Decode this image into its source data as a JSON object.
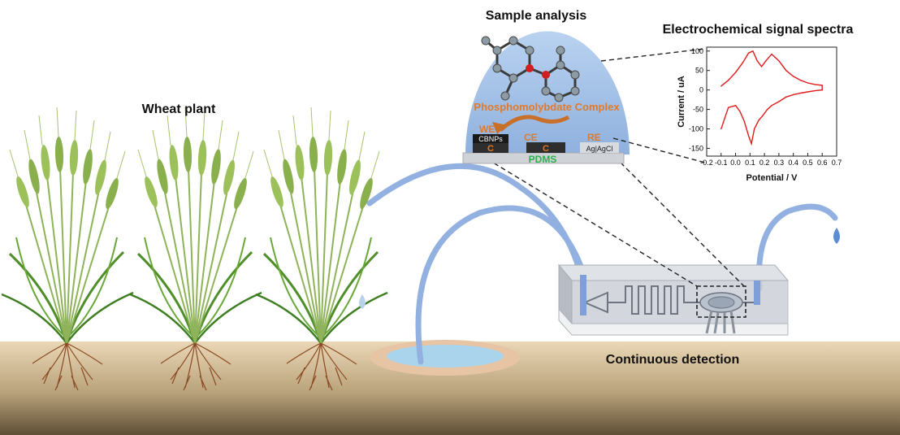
{
  "labels": {
    "wheat_plant": "Wheat plant",
    "sample_analysis": "Sample analysis",
    "spectra_title": "Electrochemical signal spectra",
    "continuous_detection": "Continuous detection",
    "complex": "Phosphomolybdate Complex",
    "we": "WE",
    "ce": "CE",
    "re": "RE",
    "cbnps": "CBNPs",
    "agcl": "Ag|AgCl",
    "c_left": "C",
    "c_mid": "C",
    "pdms": "PDMS"
  },
  "colors": {
    "soil_top": "#e7d4b3",
    "soil_bottom": "#6b5a3e",
    "tube": "#93b1e0",
    "dome": "#a9c6ea",
    "electrode_label": "#e07a2c",
    "pdms": "#2bb24c",
    "cv_curve": "#e01b1b",
    "wheat_green": "#5e9a2c",
    "root": "#8b4a22"
  },
  "chart_data": {
    "type": "line",
    "xlabel": "Potential / V",
    "ylabel": "Current / uA",
    "xlim": [
      -0.2,
      0.7
    ],
    "ylim": [
      -170,
      110
    ],
    "xticks": [
      "-0.2",
      "-0.1",
      "0.0",
      "0.1",
      "0.2",
      "0.3",
      "0.4",
      "0.5",
      "0.6",
      "0.7"
    ],
    "yticks": [
      "100",
      "50",
      "0",
      "-50",
      "-100",
      "-150"
    ],
    "series": [
      {
        "x": [
          -0.1,
          -0.05,
          0.0,
          0.05,
          0.09,
          0.12,
          0.15,
          0.18,
          0.21,
          0.25,
          0.3,
          0.35,
          0.4,
          0.45,
          0.5,
          0.55,
          0.6,
          0.6,
          0.55,
          0.5,
          0.45,
          0.4,
          0.35,
          0.3,
          0.25,
          0.22,
          0.19,
          0.16,
          0.13,
          0.11,
          0.09,
          0.06,
          0.03,
          0.0,
          -0.05,
          -0.1
        ],
        "y": [
          10,
          25,
          45,
          70,
          95,
          100,
          75,
          60,
          75,
          92,
          75,
          50,
          35,
          25,
          18,
          14,
          12,
          0,
          -2,
          -5,
          -8,
          -12,
          -18,
          -30,
          -40,
          -50,
          -65,
          -78,
          -100,
          -138,
          -118,
          -80,
          -55,
          -40,
          -45,
          -100
        ]
      }
    ]
  }
}
